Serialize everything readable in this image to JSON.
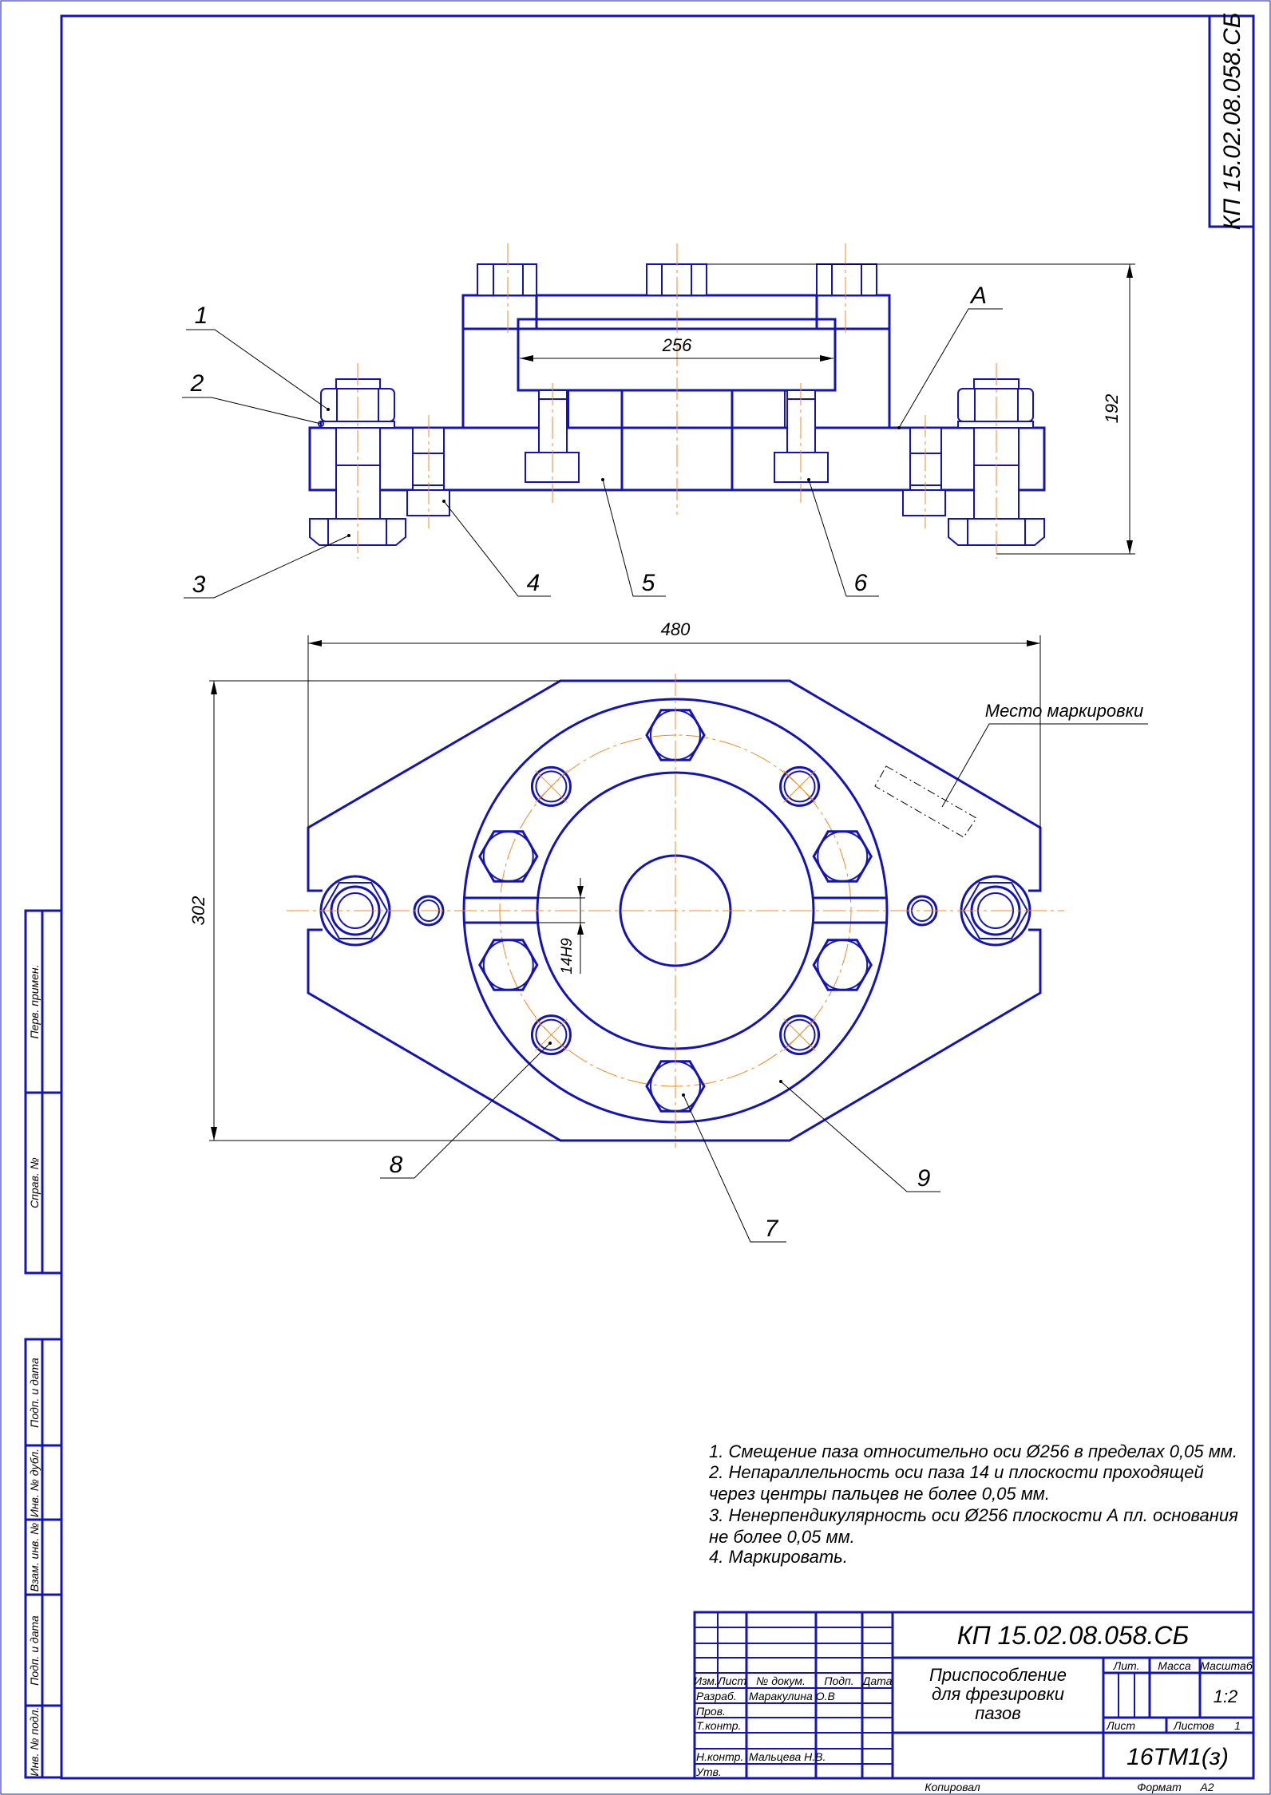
{
  "corner_stamp": {
    "code": "КП 15.02.08.058.СБ"
  },
  "section_view": {
    "labels": {
      "p1": "1",
      "p2": "2",
      "p3": "3",
      "p4": "4",
      "p5": "5",
      "p6": "6",
      "surface": "A"
    },
    "dimensions": {
      "bore_width": "256",
      "height": "192"
    }
  },
  "plan_view": {
    "labels": {
      "p7": "7",
      "p8": "8",
      "p9": "9"
    },
    "dimensions": {
      "width": "480",
      "depth": "302",
      "slot": "14H9"
    },
    "marking_label": "Место маркировки"
  },
  "notes": [
    "1. Смещение паза относительно оси Ø256 в пределах 0,05 мм.",
    "2. Непараллельность оси паза 14 и плоскости проходящей",
    "через центры пальцев не более 0,05 мм.",
    "3. Ненерпендикулярность оси Ø256 плоскости А пл. основания",
    "не более 0,05 мм.",
    "4. Маркировать."
  ],
  "title_block": {
    "designation": "КП 15.02.08.058.СБ",
    "name_lines": [
      "Приспособление",
      "для фрезировки",
      "пазов"
    ],
    "headers": {
      "izm": "Изм.",
      "list": "Лист",
      "doc": "№ докум.",
      "sign": "Подп.",
      "date": "Дата"
    },
    "roles": {
      "developer": "Разраб.",
      "checker": "Пров.",
      "tech": "Т.контр.",
      "norm": "Н.контр.",
      "approved": "Утв."
    },
    "people": {
      "developer": "Маракулина О.В",
      "norm": "Мальцева Н.В."
    },
    "lit_label": "Лит.",
    "mass_label": "Масса",
    "scale_label": "Масштаб",
    "scale": "1:2",
    "sheet_label": "Лист",
    "sheets_label": "Листов",
    "sheets": "1",
    "group": "16ТМ1(з)",
    "copied": "Копировал",
    "format_label": "Формат",
    "format": "A2"
  },
  "side_stamps": [
    "Перв. примен.",
    "Справ. №",
    "Подп. и дата",
    "Инв. № дубл.",
    "Взам. инв. №",
    "Подп. и дата",
    "Инв. № подл."
  ],
  "colors": {
    "lines": "#1414b4",
    "axes": "#f08a24",
    "text": "#000000"
  }
}
